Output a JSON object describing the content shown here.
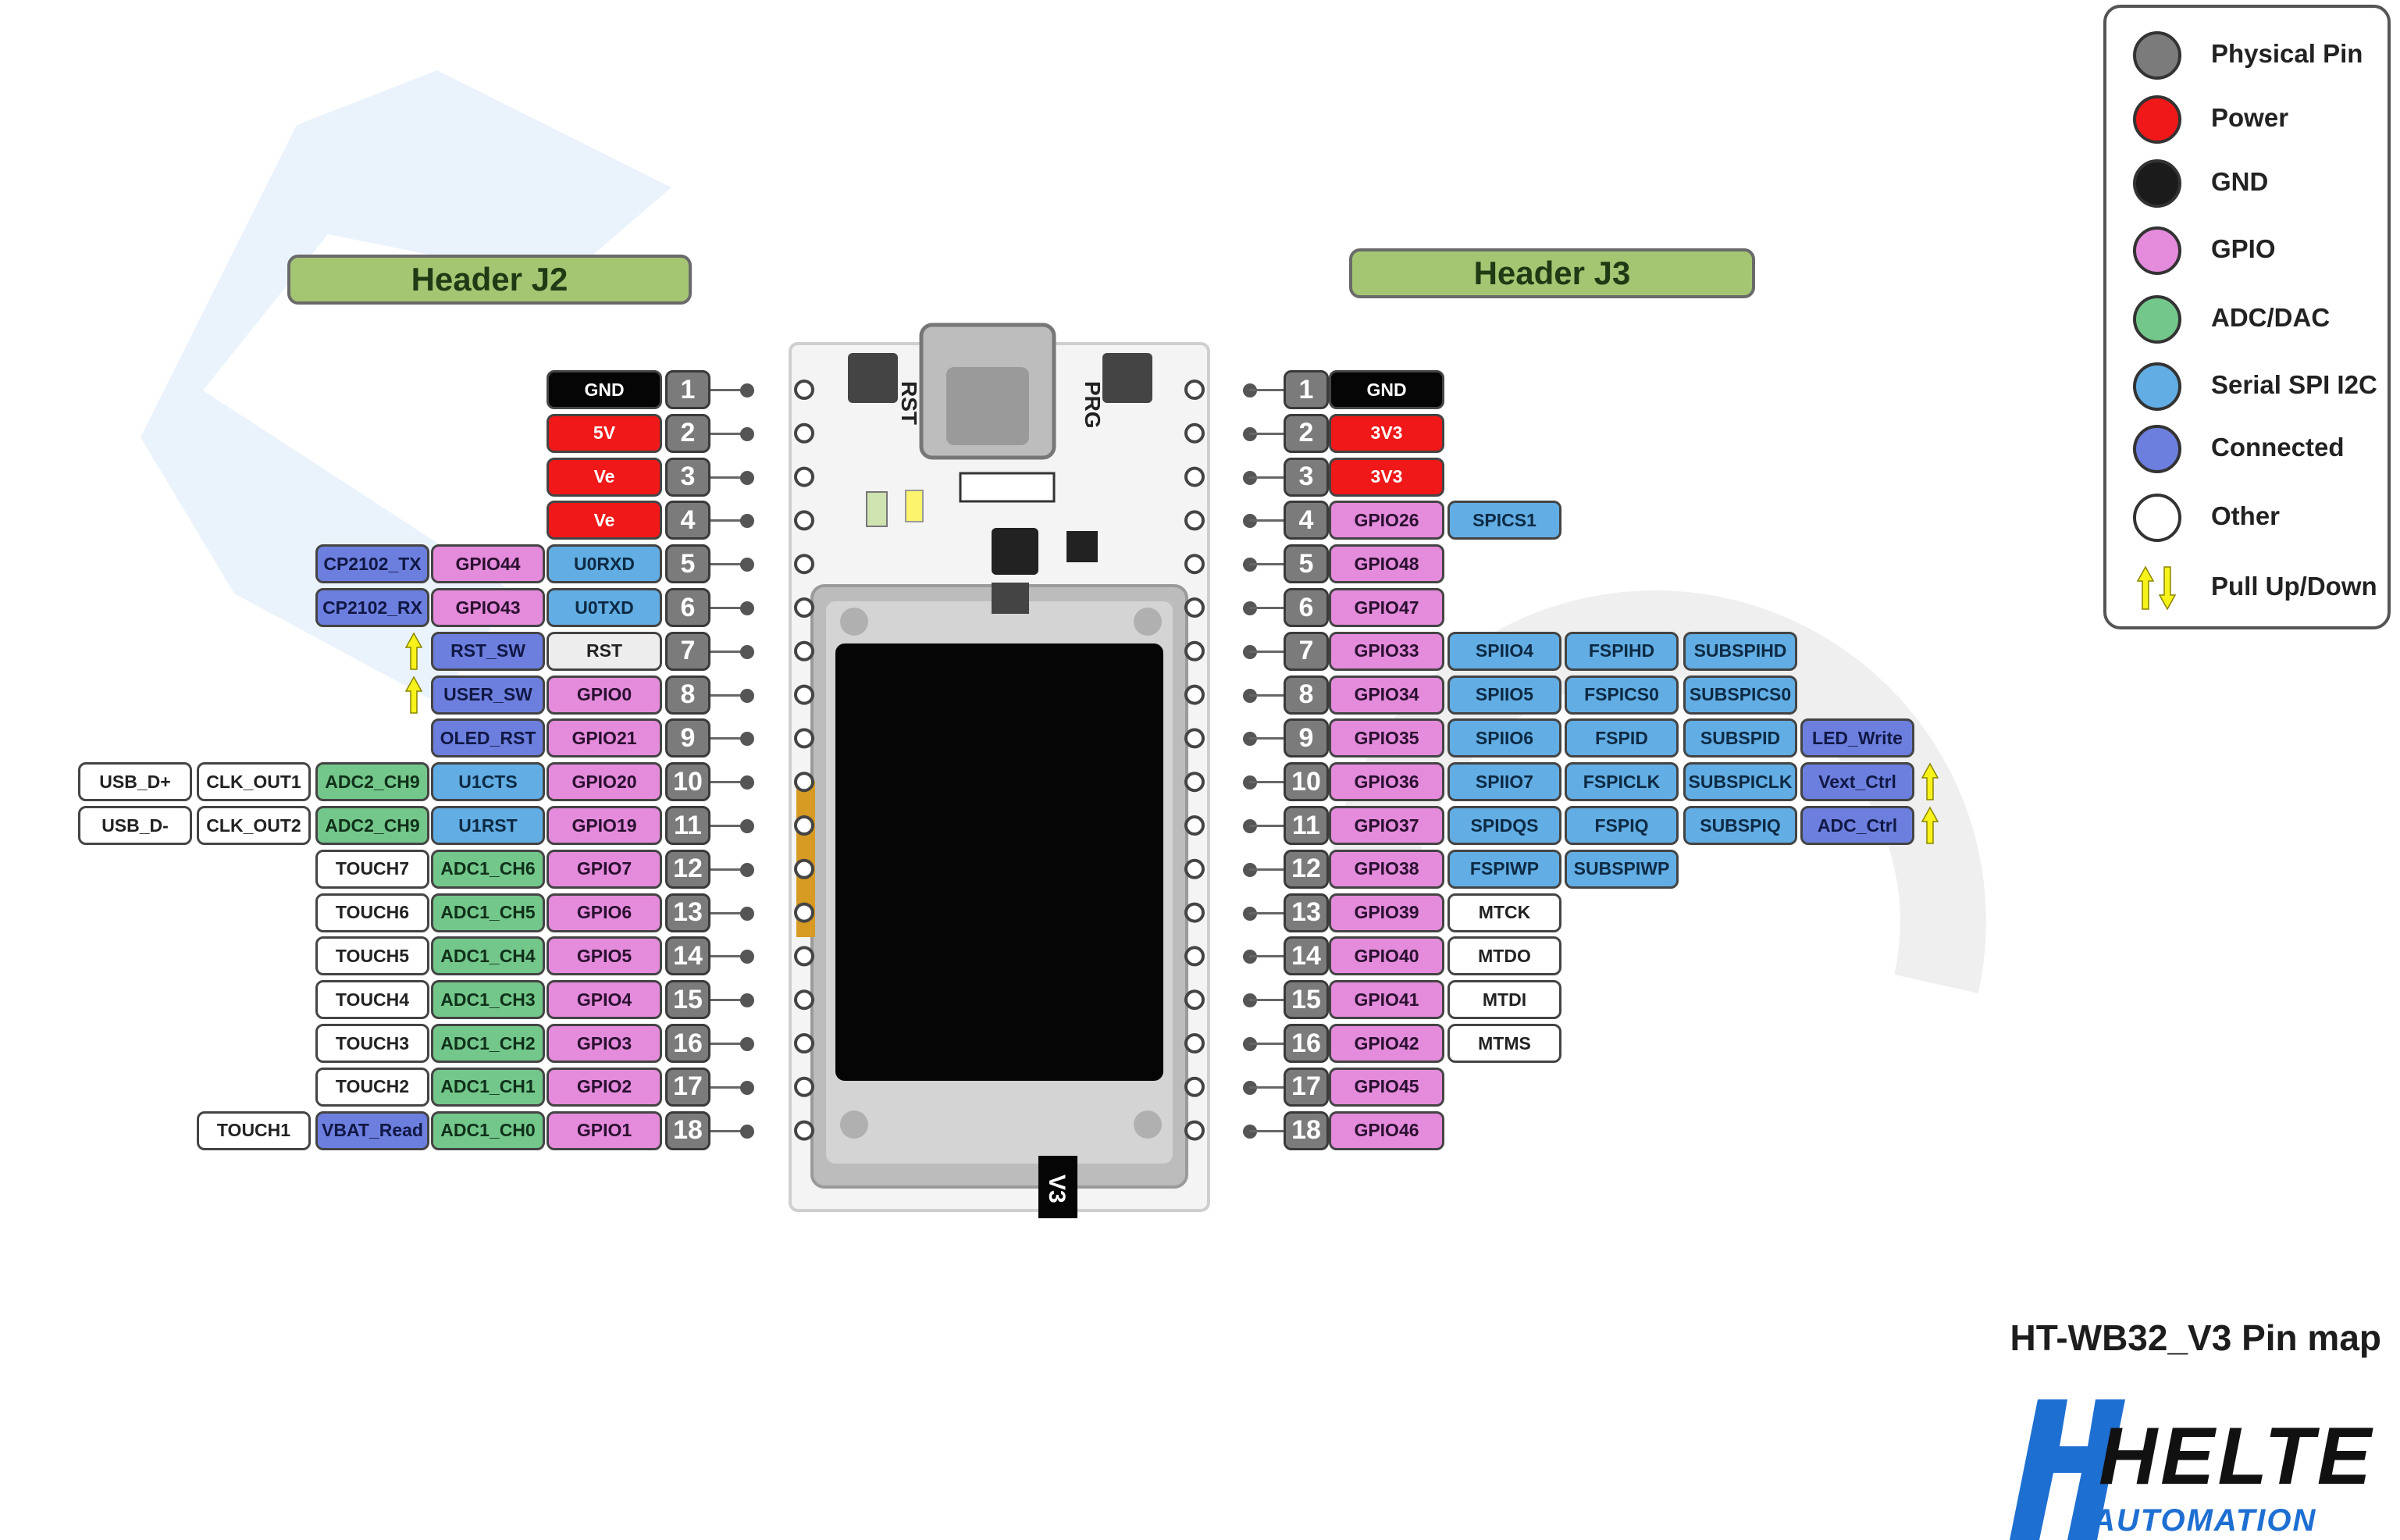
{
  "title": "HT-WB32_V3 Pin map",
  "logo": {
    "brand": "HELTEC",
    "tagline": "AUTOMATION"
  },
  "headers": {
    "left": "Header J2",
    "right": "Header J3"
  },
  "board": {
    "buttons": [
      "RST",
      "PRG"
    ],
    "version": "V3"
  },
  "colors": {
    "physical_pin": "#7b7b7b",
    "power": "#f01818",
    "gnd": "#050505",
    "gpio": "#e48bdb",
    "adc_dac": "#74c78b",
    "serial": "#62ade3",
    "connected": "#6d7fde",
    "other": "#ffffff"
  },
  "legend": [
    {
      "label": "Physical Pin",
      "kind": "physical"
    },
    {
      "label": "Power",
      "kind": "power"
    },
    {
      "label": "GND",
      "kind": "gnd"
    },
    {
      "label": "GPIO",
      "kind": "gpio"
    },
    {
      "label": "ADC/DAC",
      "kind": "adc"
    },
    {
      "label": "Serial SPI I2C",
      "kind": "serial"
    },
    {
      "label": "Connected",
      "kind": "connected"
    },
    {
      "label": "Other",
      "kind": "other"
    },
    {
      "label": "Pull Up/Down",
      "kind": "pull"
    }
  ],
  "left_pins": [
    {
      "pin": "1",
      "labels": [
        {
          "text": "GND",
          "kind": "gnd"
        }
      ]
    },
    {
      "pin": "2",
      "labels": [
        {
          "text": "5V",
          "kind": "power"
        }
      ]
    },
    {
      "pin": "3",
      "labels": [
        {
          "text": "Ve",
          "kind": "power"
        }
      ]
    },
    {
      "pin": "4",
      "labels": [
        {
          "text": "Ve",
          "kind": "power"
        }
      ]
    },
    {
      "pin": "5",
      "labels": [
        {
          "text": "U0RXD",
          "kind": "serial"
        },
        {
          "text": "GPIO44",
          "kind": "gpio"
        },
        {
          "text": "CP2102_TX",
          "kind": "connected"
        }
      ]
    },
    {
      "pin": "6",
      "labels": [
        {
          "text": "U0TXD",
          "kind": "serial"
        },
        {
          "text": "GPIO43",
          "kind": "gpio"
        },
        {
          "text": "CP2102_RX",
          "kind": "connected"
        }
      ]
    },
    {
      "pin": "7",
      "labels": [
        {
          "text": "RST",
          "kind": "grey"
        },
        {
          "text": "RST_SW",
          "kind": "connected"
        }
      ],
      "pull": "up"
    },
    {
      "pin": "8",
      "labels": [
        {
          "text": "GPIO0",
          "kind": "gpio"
        },
        {
          "text": "USER_SW",
          "kind": "connected"
        }
      ],
      "pull": "up"
    },
    {
      "pin": "9",
      "labels": [
        {
          "text": "GPIO21",
          "kind": "gpio"
        },
        {
          "text": "OLED_RST",
          "kind": "connected"
        }
      ]
    },
    {
      "pin": "10",
      "labels": [
        {
          "text": "GPIO20",
          "kind": "gpio"
        },
        {
          "text": "U1CTS",
          "kind": "serial"
        },
        {
          "text": "ADC2_CH9",
          "kind": "adc"
        },
        {
          "text": "CLK_OUT1",
          "kind": "other"
        },
        {
          "text": "USB_D+",
          "kind": "other"
        }
      ]
    },
    {
      "pin": "11",
      "labels": [
        {
          "text": "GPIO19",
          "kind": "gpio"
        },
        {
          "text": "U1RST",
          "kind": "serial"
        },
        {
          "text": "ADC2_CH9",
          "kind": "adc"
        },
        {
          "text": "CLK_OUT2",
          "kind": "other"
        },
        {
          "text": "USB_D-",
          "kind": "other"
        }
      ]
    },
    {
      "pin": "12",
      "labels": [
        {
          "text": "GPIO7",
          "kind": "gpio"
        },
        {
          "text": "ADC1_CH6",
          "kind": "adc"
        },
        {
          "text": "TOUCH7",
          "kind": "other"
        }
      ]
    },
    {
      "pin": "13",
      "labels": [
        {
          "text": "GPIO6",
          "kind": "gpio"
        },
        {
          "text": "ADC1_CH5",
          "kind": "adc"
        },
        {
          "text": "TOUCH6",
          "kind": "other"
        }
      ]
    },
    {
      "pin": "14",
      "labels": [
        {
          "text": "GPIO5",
          "kind": "gpio"
        },
        {
          "text": "ADC1_CH4",
          "kind": "adc"
        },
        {
          "text": "TOUCH5",
          "kind": "other"
        }
      ]
    },
    {
      "pin": "15",
      "labels": [
        {
          "text": "GPIO4",
          "kind": "gpio"
        },
        {
          "text": "ADC1_CH3",
          "kind": "adc"
        },
        {
          "text": "TOUCH4",
          "kind": "other"
        }
      ]
    },
    {
      "pin": "16",
      "labels": [
        {
          "text": "GPIO3",
          "kind": "gpio"
        },
        {
          "text": "ADC1_CH2",
          "kind": "adc"
        },
        {
          "text": "TOUCH3",
          "kind": "other"
        }
      ]
    },
    {
      "pin": "17",
      "labels": [
        {
          "text": "GPIO2",
          "kind": "gpio"
        },
        {
          "text": "ADC1_CH1",
          "kind": "adc"
        },
        {
          "text": "TOUCH2",
          "kind": "other"
        }
      ]
    },
    {
      "pin": "18",
      "labels": [
        {
          "text": "GPIO1",
          "kind": "gpio"
        },
        {
          "text": "ADC1_CH0",
          "kind": "adc"
        },
        {
          "text": "VBAT_Read",
          "kind": "connected"
        },
        {
          "text": "TOUCH1",
          "kind": "other"
        }
      ]
    }
  ],
  "right_pins": [
    {
      "pin": "1",
      "labels": [
        {
          "text": "GND",
          "kind": "gnd"
        }
      ]
    },
    {
      "pin": "2",
      "labels": [
        {
          "text": "3V3",
          "kind": "power"
        }
      ]
    },
    {
      "pin": "3",
      "labels": [
        {
          "text": "3V3",
          "kind": "power"
        }
      ]
    },
    {
      "pin": "4",
      "labels": [
        {
          "text": "GPIO26",
          "kind": "gpio"
        },
        {
          "text": "SPICS1",
          "kind": "serial"
        }
      ]
    },
    {
      "pin": "5",
      "labels": [
        {
          "text": "GPIO48",
          "kind": "gpio"
        }
      ]
    },
    {
      "pin": "6",
      "labels": [
        {
          "text": "GPIO47",
          "kind": "gpio"
        }
      ]
    },
    {
      "pin": "7",
      "labels": [
        {
          "text": "GPIO33",
          "kind": "gpio"
        },
        {
          "text": "SPIIO4",
          "kind": "serial"
        },
        {
          "text": "FSPIHD",
          "kind": "serial"
        },
        {
          "text": "SUBSPIHD",
          "kind": "serial"
        }
      ]
    },
    {
      "pin": "8",
      "labels": [
        {
          "text": "GPIO34",
          "kind": "gpio"
        },
        {
          "text": "SPIIO5",
          "kind": "serial"
        },
        {
          "text": "FSPICS0",
          "kind": "serial"
        },
        {
          "text": "SUBSPICS0",
          "kind": "serial"
        }
      ]
    },
    {
      "pin": "9",
      "labels": [
        {
          "text": "GPIO35",
          "kind": "gpio"
        },
        {
          "text": "SPIIO6",
          "kind": "serial"
        },
        {
          "text": "FSPID",
          "kind": "serial"
        },
        {
          "text": "SUBSPID",
          "kind": "serial"
        },
        {
          "text": "LED_Write",
          "kind": "connected"
        }
      ]
    },
    {
      "pin": "10",
      "labels": [
        {
          "text": "GPIO36",
          "kind": "gpio"
        },
        {
          "text": "SPIIO7",
          "kind": "serial"
        },
        {
          "text": "FSPICLK",
          "kind": "serial"
        },
        {
          "text": "SUBSPICLK",
          "kind": "serial"
        },
        {
          "text": "Vext_Ctrl",
          "kind": "connected"
        }
      ],
      "pull": "up"
    },
    {
      "pin": "11",
      "labels": [
        {
          "text": "GPIO37",
          "kind": "gpio"
        },
        {
          "text": "SPIDQS",
          "kind": "serial"
        },
        {
          "text": "FSPIQ",
          "kind": "serial"
        },
        {
          "text": "SUBSPIQ",
          "kind": "serial"
        },
        {
          "text": "ADC_Ctrl",
          "kind": "connected"
        }
      ],
      "pull": "up"
    },
    {
      "pin": "12",
      "labels": [
        {
          "text": "GPIO38",
          "kind": "gpio"
        },
        {
          "text": "FSPIWP",
          "kind": "serial"
        },
        {
          "text": "SUBSPIWP",
          "kind": "serial"
        }
      ]
    },
    {
      "pin": "13",
      "labels": [
        {
          "text": "GPIO39",
          "kind": "gpio"
        },
        {
          "text": "MTCK",
          "kind": "other"
        }
      ]
    },
    {
      "pin": "14",
      "labels": [
        {
          "text": "GPIO40",
          "kind": "gpio"
        },
        {
          "text": "MTDO",
          "kind": "other"
        }
      ]
    },
    {
      "pin": "15",
      "labels": [
        {
          "text": "GPIO41",
          "kind": "gpio"
        },
        {
          "text": "MTDI",
          "kind": "other"
        }
      ]
    },
    {
      "pin": "16",
      "labels": [
        {
          "text": "GPIO42",
          "kind": "gpio"
        },
        {
          "text": "MTMS",
          "kind": "other"
        }
      ]
    },
    {
      "pin": "17",
      "labels": [
        {
          "text": "GPIO45",
          "kind": "gpio"
        }
      ]
    },
    {
      "pin": "18",
      "labels": [
        {
          "text": "GPIO46",
          "kind": "gpio"
        }
      ]
    }
  ]
}
